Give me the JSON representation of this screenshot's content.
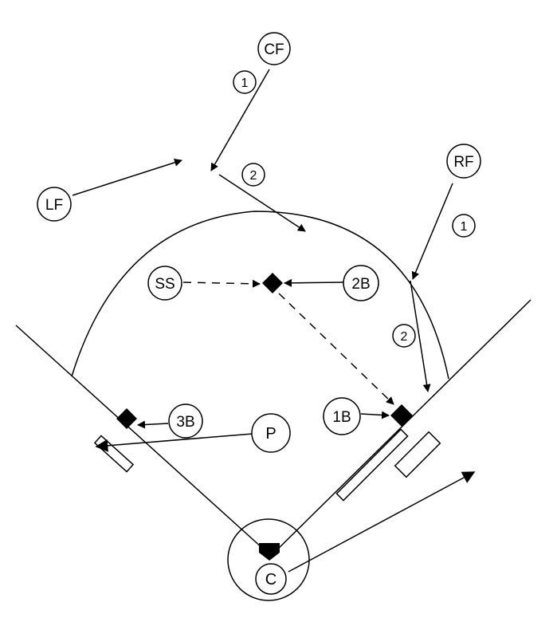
{
  "diagram": {
    "players": {
      "cf": "CF",
      "lf": "LF",
      "rf": "RF",
      "ss": "SS",
      "second_base": "2B",
      "third_base": "3B",
      "first_base": "1B",
      "pitcher": "P",
      "catcher": "C"
    },
    "step_numbers": {
      "cf_step_1": "1",
      "cf_step_2": "2",
      "rf_step_1": "1",
      "rf_step_2": "2"
    },
    "colors": {
      "ink": "#000000",
      "background": "#ffffff"
    }
  }
}
